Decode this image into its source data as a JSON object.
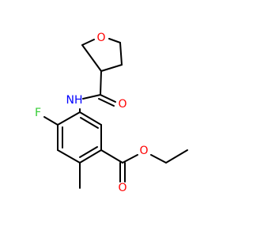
{
  "molecule": {
    "colors": {
      "bond": "#000000",
      "oxygen": "#ff0000",
      "nitrogen": "#0000ff",
      "fluorine": "#33cc33",
      "background": "#ffffff"
    },
    "atoms": {
      "ring_oxygen": "O",
      "amide_nitrogen": "NH",
      "amide_oxygen": "O",
      "fluorine": "F",
      "ester_carbonyl_oxygen": "O",
      "ester_ether_oxygen": "O"
    }
  }
}
